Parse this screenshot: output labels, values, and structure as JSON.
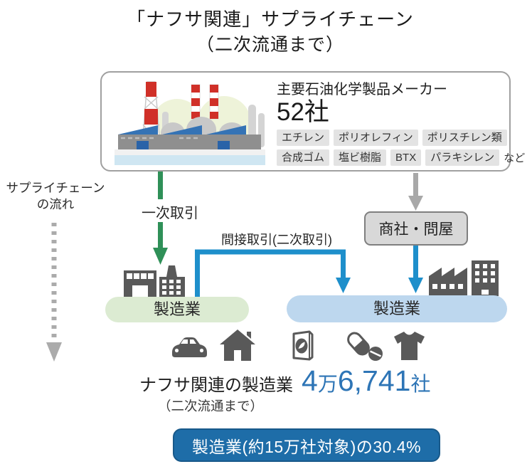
{
  "title": {
    "line1": "「ナフサ関連」サプライチェーン",
    "line2": "（二次流通まで）"
  },
  "maker_box": {
    "label": "主要石油化学製品メーカー",
    "count": "52社",
    "tags_row1": [
      "エチレン",
      "ポリオレフィン",
      "ポリスチレン類"
    ],
    "tags_row2": [
      "合成ゴム",
      "塩ビ樹脂",
      "BTX",
      "パラキシレン"
    ],
    "tags_suffix": "など"
  },
  "flow_label": {
    "line1": "サプライチェーン",
    "line2": "の流れ"
  },
  "edges": {
    "primary": "一次取引",
    "indirect": "間接取引(二次取引)"
  },
  "wholesaler": {
    "label": "商社・問屋"
  },
  "pills": {
    "first_tier": "製造業",
    "second_tier": "製造業"
  },
  "product_icons": [
    "car-icon",
    "house-icon",
    "snack-bag-icon",
    "pills-icon",
    "tshirt-icon"
  ],
  "result": {
    "label": "ナフサ関連の製造業",
    "num1": "4",
    "unit1": "万",
    "num2": "6,741",
    "unit2": "社",
    "note": "（二次流通まで）"
  },
  "banner": {
    "text": "製造業(約15万社対象)の30.4%"
  },
  "colors": {
    "primary_arrow_green": "#2f9058",
    "indirect_arrow_blue": "#1e8fcb",
    "flow_arrow_gray": "#a8a8a8",
    "value_blue": "#2e75b6",
    "banner_blue": "#1e6da8",
    "first_tier_pill_bg": "#dcebd2",
    "second_tier_pill_bg": "#bdd7ee",
    "wholesaler_box_bg": "#d8d8d8",
    "icon_gray": "#595959"
  }
}
